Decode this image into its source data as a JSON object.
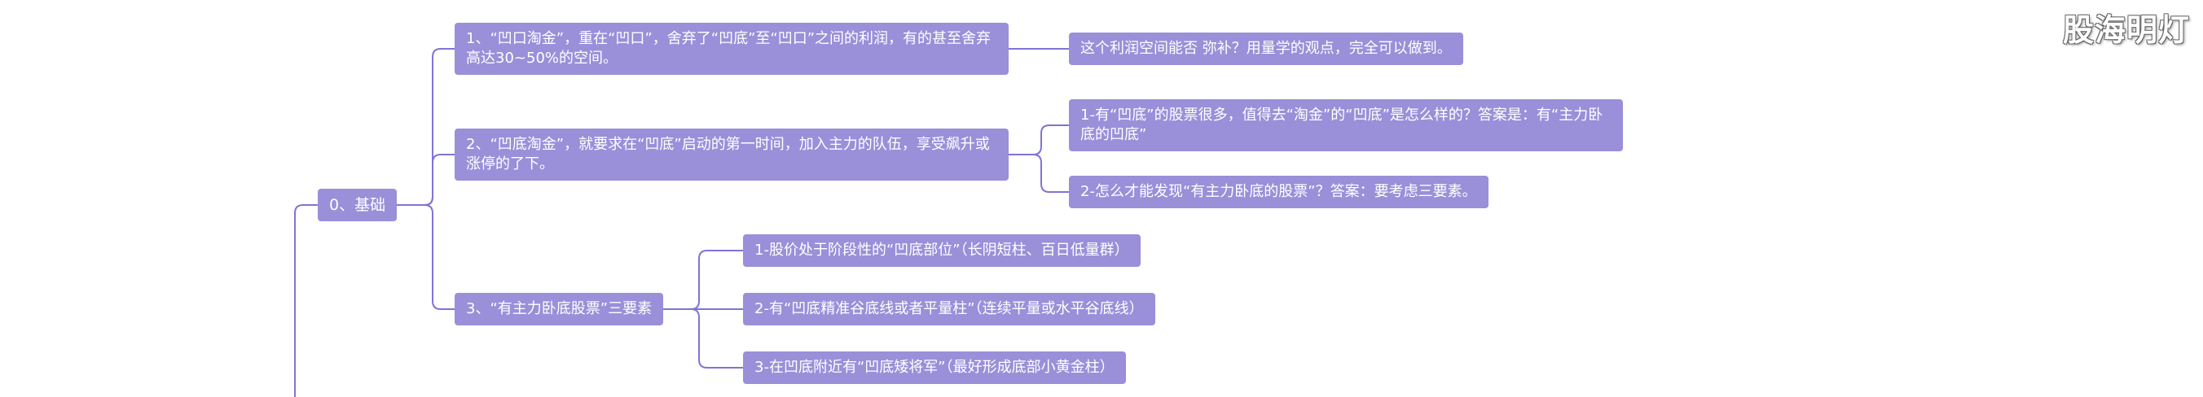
{
  "colors": {
    "node_fill": "#9a8fd9",
    "node_text": "#ffffff",
    "connector": "#7f74d6"
  },
  "watermark": "股海明灯",
  "root": {
    "label": "0、基础"
  },
  "branches": [
    {
      "label": "1、“凹口淘金”，重在“凹口”，舍弃了“凹底”至“凹口”之间的利润，有的甚至舍弃高达30~50%的空间。",
      "children": [
        {
          "label": "这个利润空间能否 弥补？用量学的观点，完全可以做到。"
        }
      ]
    },
    {
      "label": "2、“凹底淘金”，就要求在“凹底”启动的第一时间，加入主力的队伍，享受飙升或涨停的了下。",
      "children": [
        {
          "label": "1-有“凹底”的股票很多，值得去“淘金”的“凹底”是怎么样的？答案是：有“主力卧底的凹底”"
        },
        {
          "label": "2-怎么才能发现“有主力卧底的股票”？答案：要考虑三要素。"
        }
      ]
    },
    {
      "label": "3、“有主力卧底股票”三要素",
      "children": [
        {
          "label": "1-股价处于阶段性的“凹底部位”（长阴短柱、百日低量群）"
        },
        {
          "label": "2-有“凹底精准谷底线或者平量柱”（连续平量或水平谷底线）"
        },
        {
          "label": "3-在凹底附近有“凹底矮将军”（最好形成底部小黄金柱）"
        }
      ]
    }
  ]
}
